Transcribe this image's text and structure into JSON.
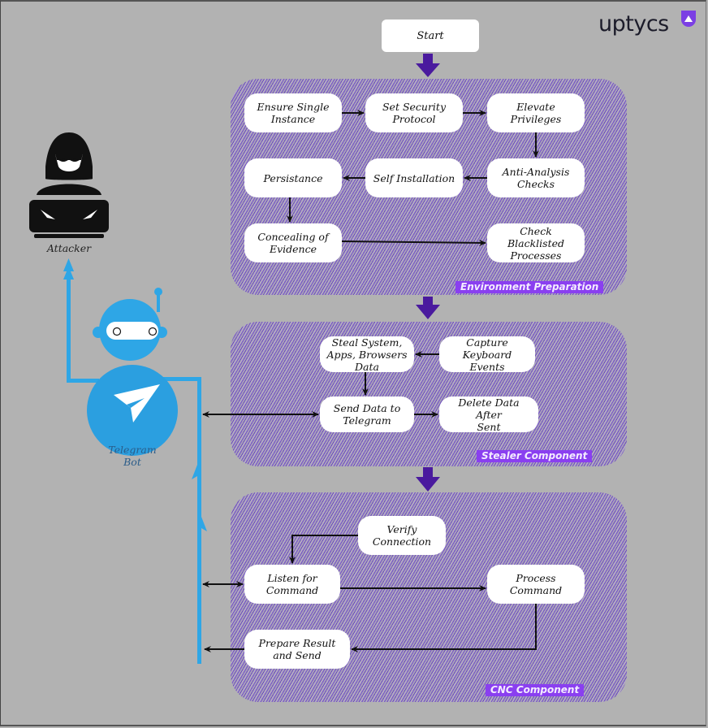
{
  "logo": {
    "text": "uptycs",
    "accent": "#7b3fe4"
  },
  "colors": {
    "background": "#b2b2b2",
    "group_label_bg": "#8a3ff0",
    "flow_arrow": "#4a1a9e",
    "telegram_blue": "#2ea6e6",
    "connector": "#111111"
  },
  "start": {
    "label": "Start"
  },
  "actors": {
    "attacker": {
      "label": "Attacker",
      "icon": "hacker-icon"
    },
    "bot": {
      "label": "Telegram\nBot",
      "icon": "telegram-robot-icon"
    }
  },
  "groups": {
    "environment": {
      "label": "Environment Preparation",
      "nodes": {
        "ensure_single": "Ensure Single\nInstance",
        "security_protocol": "Set Security\nProtocol",
        "elevate": "Elevate\nPrivileges",
        "anti_analysis": "Anti-Analysis\nChecks",
        "self_install": "Self Installation",
        "persistance": "Persistance",
        "concealing": "Concealing of\nEvidence",
        "blacklisted": "Check\nBlacklisted\nProcesses"
      }
    },
    "stealer": {
      "label": "Stealer Component",
      "nodes": {
        "steal": "Steal System,\nApps, Browsers\nData",
        "keyboard": "Capture\nKeyboard Events",
        "send": "Send Data to\nTelegram",
        "delete": "Delete Data After\nSent"
      }
    },
    "cnc": {
      "label": "CNC Component",
      "nodes": {
        "verify": "Verify\nConnection",
        "listen": "Listen for\nCommand",
        "process": "Process\nCommand",
        "prepare": "Prepare Result\nand Send"
      }
    }
  }
}
